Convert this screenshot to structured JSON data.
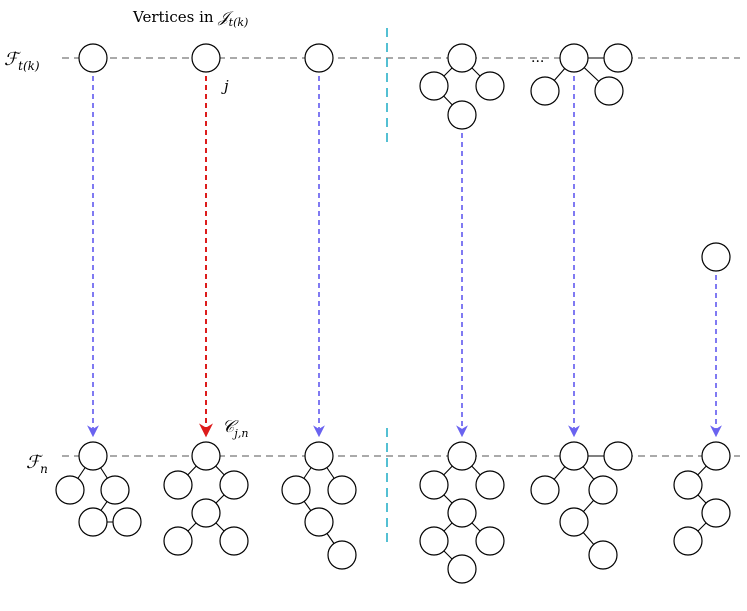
{
  "top_caption": {
    "prefix": "Vertices in ",
    "symbol": "𝒥",
    "subscript": "t(k)"
  },
  "row_labels": {
    "top": {
      "symbol": "ℱ",
      "subscript": "t(k)"
    },
    "bottom": {
      "symbol": "ℱ",
      "subscript": "n"
    }
  },
  "annotations": {
    "vertex_label": "j",
    "component_label": {
      "symbol": "𝒞",
      "subscript": "j,n"
    }
  },
  "ellipsis": "...",
  "colors": {
    "arrow_blue": "#6a63f0",
    "arrow_red": "#dd1c1c",
    "separator": "#2ab0c8"
  }
}
